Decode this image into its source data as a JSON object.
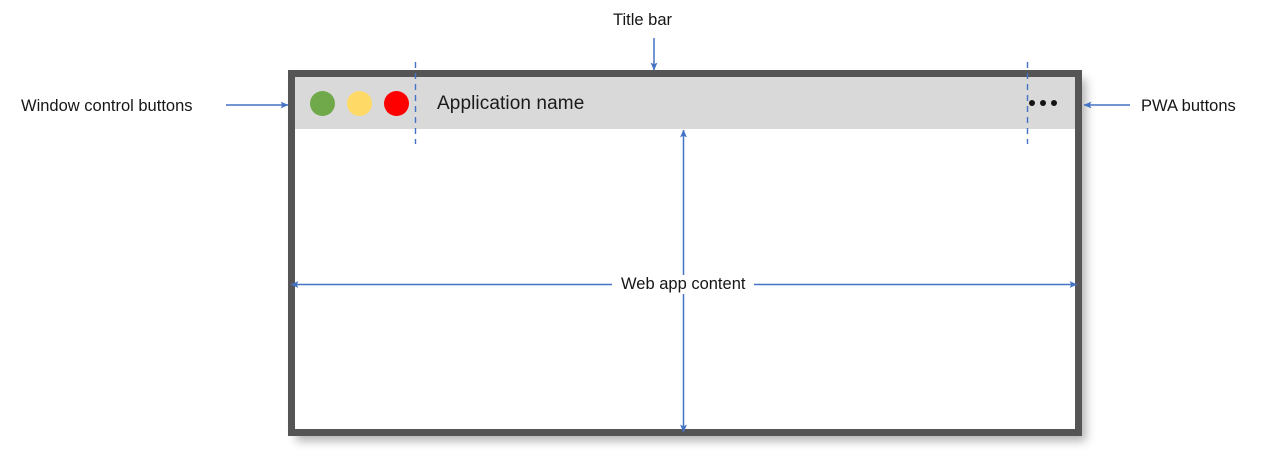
{
  "diagram": {
    "title_bar_label": "Title bar",
    "window_controls_label": "Window control buttons",
    "pwa_buttons_label": "PWA buttons",
    "web_app_content_label": "Web app content",
    "accent_color": "#4472c4",
    "window_border_color": "#555555",
    "title_bar_color": "#d9d9d9",
    "content_color": "#ffffff"
  },
  "window": {
    "title": "Application name",
    "controls": [
      {
        "name": "minimize",
        "color": "#6fa94a"
      },
      {
        "name": "maximize",
        "color": "#ffd966"
      },
      {
        "name": "close",
        "color": "#fe0000"
      }
    ],
    "pwa_menu": {
      "icon": "ellipsis-icon",
      "dots": [
        "dot",
        "dot",
        "dot"
      ]
    }
  }
}
